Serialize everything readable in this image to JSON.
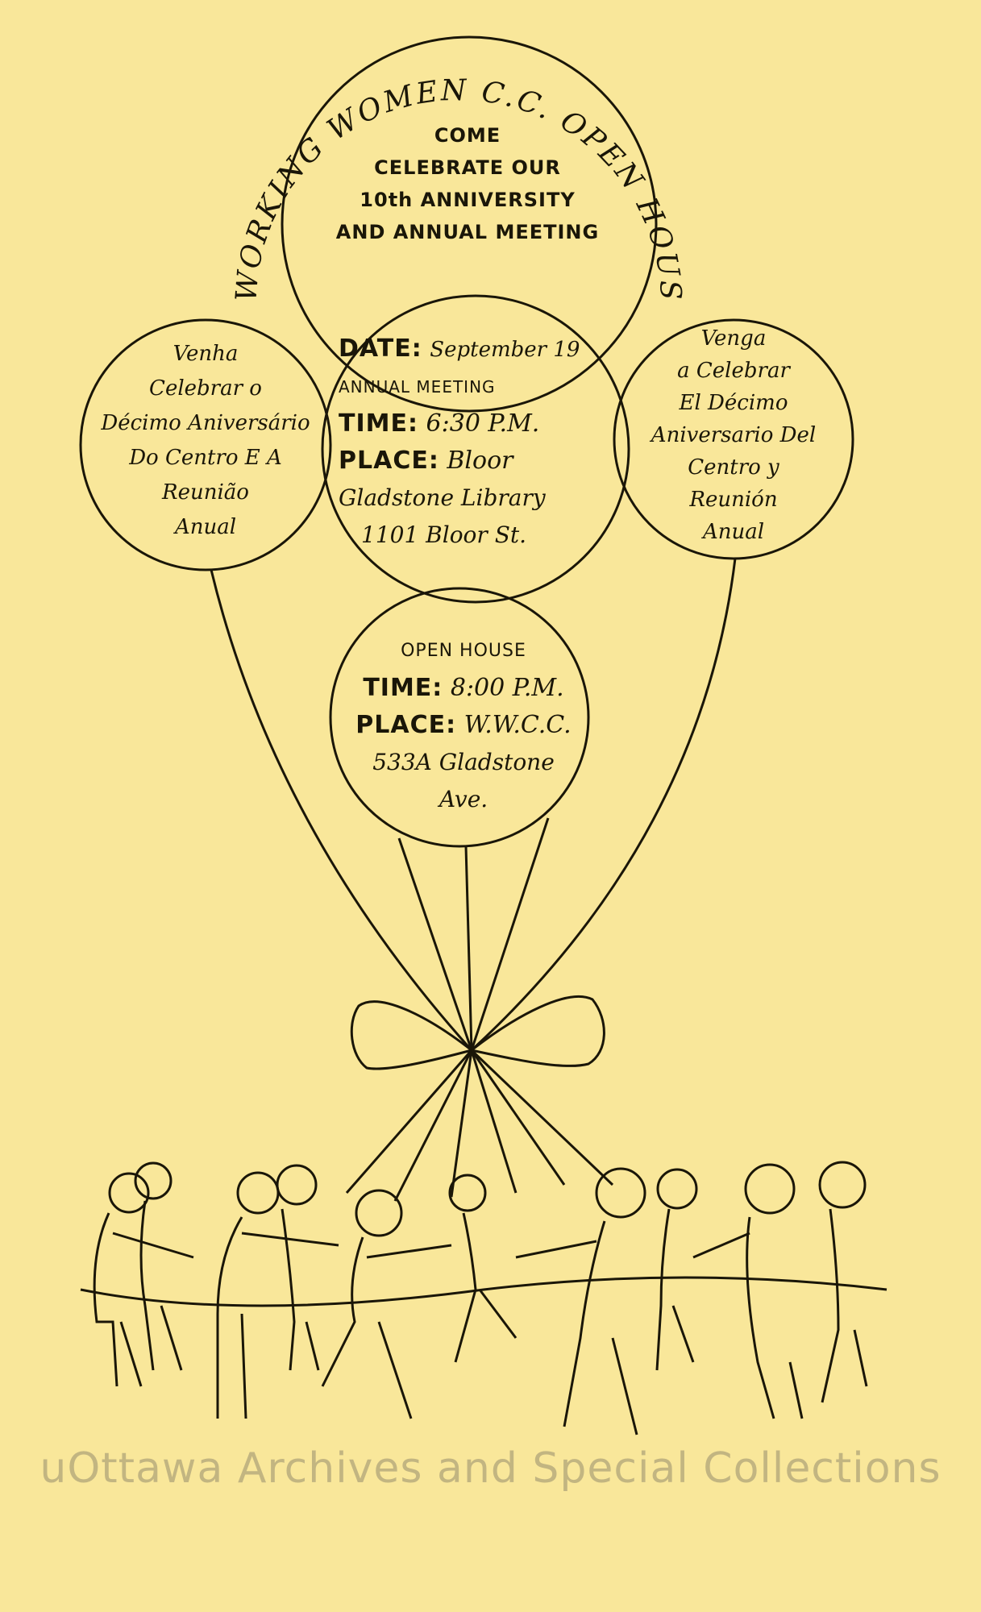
{
  "header": {
    "arc_left": "WORKING WOMEN C.C.",
    "arc_right": "OPEN HOUSE"
  },
  "top_balloon": {
    "line1": "COME",
    "line2": "CELEBRATE OUR",
    "line3": "10th ANNIVERSITY",
    "line4": "AND ANNUAL MEETING"
  },
  "left_balloon": {
    "lines": [
      "Venha",
      "Celebrar o",
      "Décimo Aniversário",
      "Do Centro E A",
      "Reunião",
      "Anual"
    ]
  },
  "center_balloon": {
    "date_label": "DATE:",
    "date_value": "September 19",
    "section": "ANNUAL MEETING",
    "time_label": "TIME:",
    "time_value": "6:30 P.M.",
    "place_label": "PLACE:",
    "place_value": "Bloor",
    "place_line2": "Gladstone Library",
    "place_line3": "1101 Bloor St."
  },
  "right_balloon": {
    "lines": [
      "Venga",
      "a Celebrar",
      "El Décimo",
      "Aniversario Del",
      "Centro y",
      "Reunión",
      "Anual"
    ]
  },
  "bottom_balloon": {
    "section": "OPEN HOUSE",
    "time_label": "TIME:",
    "time_value": "8:00 P.M.",
    "place_label": "PLACE:",
    "place_value": "W.W.C.C.",
    "place_line2": "533A Gladstone",
    "place_line3": "Ave."
  },
  "footer": {
    "archive_credit": "uOttawa Archives and Special Collections"
  },
  "colors": {
    "paper": "#f9e79a",
    "ink": "#1a1608"
  },
  "icons": [
    "balloon-icon",
    "bow-icon",
    "dancing-people-illustration"
  ]
}
